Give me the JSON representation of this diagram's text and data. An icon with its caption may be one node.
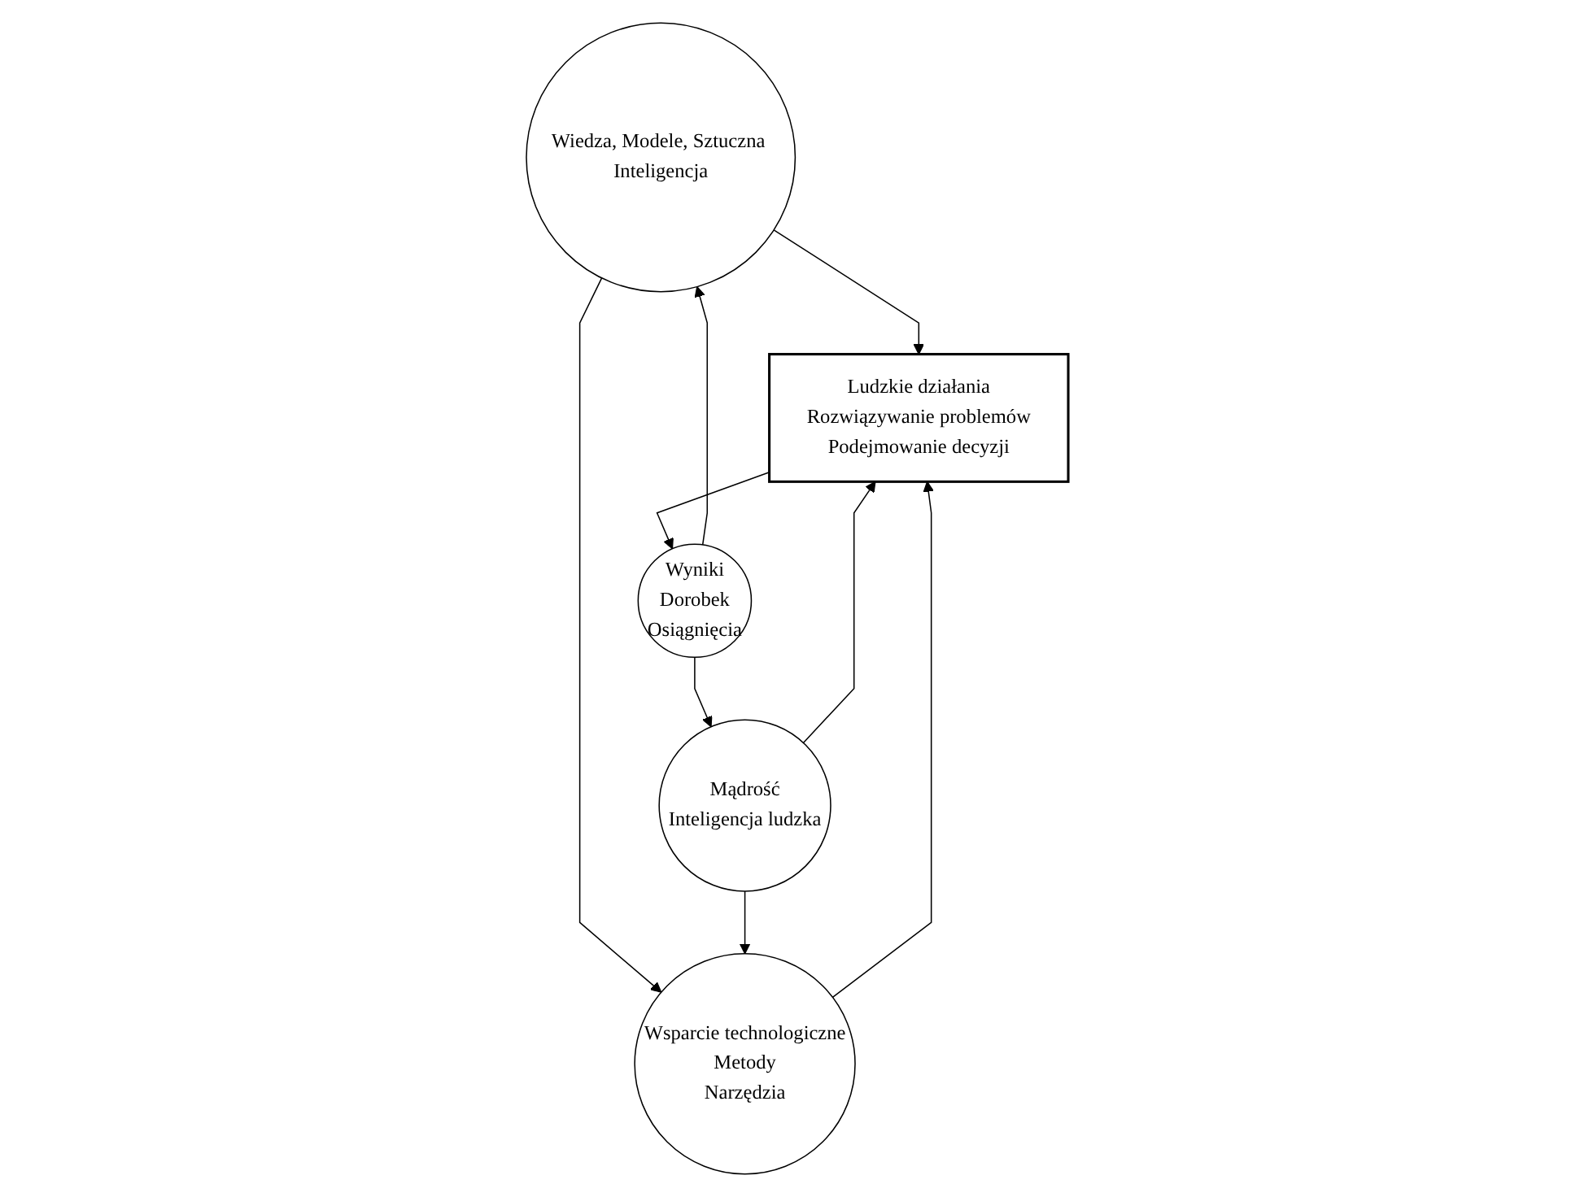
{
  "diagram": {
    "nodes": [
      {
        "text": [
          "Wiedza, Modele, Sztuczna Inteligencja"
        ]
      },
      {
        "text": [
          "Wsparcie technologiczne",
          "Metody",
          "Narzędzia"
        ]
      },
      {
        "text": [
          "Ludzkie działania",
          "Rozwiązywanie problemów",
          "Podejmowanie decyzji"
        ]
      },
      {
        "text": [
          "Wyniki",
          "Dorobek",
          "Osiągnięcia"
        ]
      },
      {
        "text": [
          "Mądrość",
          "Inteligencja ludzka"
        ]
      }
    ],
    "edges": [
      {
        "from": 0,
        "to": 2,
        "arrow": "to"
      },
      {
        "from": 1,
        "to": 2,
        "arrow": "to"
      },
      {
        "from": 2,
        "to": 3,
        "arrow": "to"
      },
      {
        "from": 4,
        "to": 2,
        "arrow": "to"
      },
      {
        "from": 3,
        "to": 0,
        "arrow": "to"
      },
      {
        "from": 0,
        "to": 1,
        "arrow": "to"
      },
      {
        "from": 3,
        "to": 4,
        "arrow": "to"
      },
      {
        "from": 4,
        "to": 1,
        "arrow": "to"
      }
    ]
  }
}
